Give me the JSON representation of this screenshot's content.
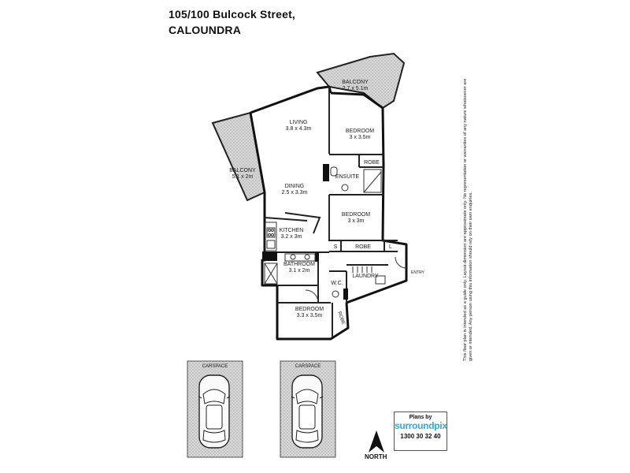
{
  "title": {
    "line1": "105/100 Bulcock Street,",
    "line2": "CALOUNDRA"
  },
  "rooms": {
    "balcony_top": {
      "name": "BALCONY",
      "size": "2.7 x 5.1m"
    },
    "living": {
      "name": "LIVING",
      "size": "3.8 x 4.3m"
    },
    "bedroom1": {
      "name": "BEDROOM",
      "size": "3 x 3.5m"
    },
    "balcony_left": {
      "name": "BALCONY",
      "size": "5.1 x 2m"
    },
    "robe1": {
      "name": "ROBE"
    },
    "ensuite": {
      "name": "ENSUITE"
    },
    "dining": {
      "name": "DINING",
      "size": "2.5 x 3.3m"
    },
    "bedroom2": {
      "name": "BEDROOM",
      "size": "3 x 3m"
    },
    "kitchen": {
      "name": "KITCHEN",
      "size": "3.2 x 3m"
    },
    "s": {
      "name": "S"
    },
    "robe2": {
      "name": "ROBE"
    },
    "l": {
      "name": "L"
    },
    "bathroom": {
      "name": "BATHROOM",
      "size": "3.1 x 2m"
    },
    "laundry": {
      "name": "LAUNDRY"
    },
    "entry": {
      "name": "ENTRY"
    },
    "wc": {
      "name": "W.C."
    },
    "bedroom3": {
      "name": "BEDROOM",
      "size": "3.3 x 3.5m"
    },
    "robe3": {
      "name": "ROBE"
    }
  },
  "carspaces": [
    "CARSPACE",
    "CARSPACE"
  ],
  "north_label": "NORTH",
  "logo": {
    "plans_by": "Plans by",
    "brand": "surroundpix",
    "phone": "1300 30 32 40"
  },
  "disclaimer": "This floor plan is intended as a guide only. Layout dimension are approximate only. No representation or warranties of any nature whatsoever are given or intended. Any person using this information should rely on their own enquiries."
}
